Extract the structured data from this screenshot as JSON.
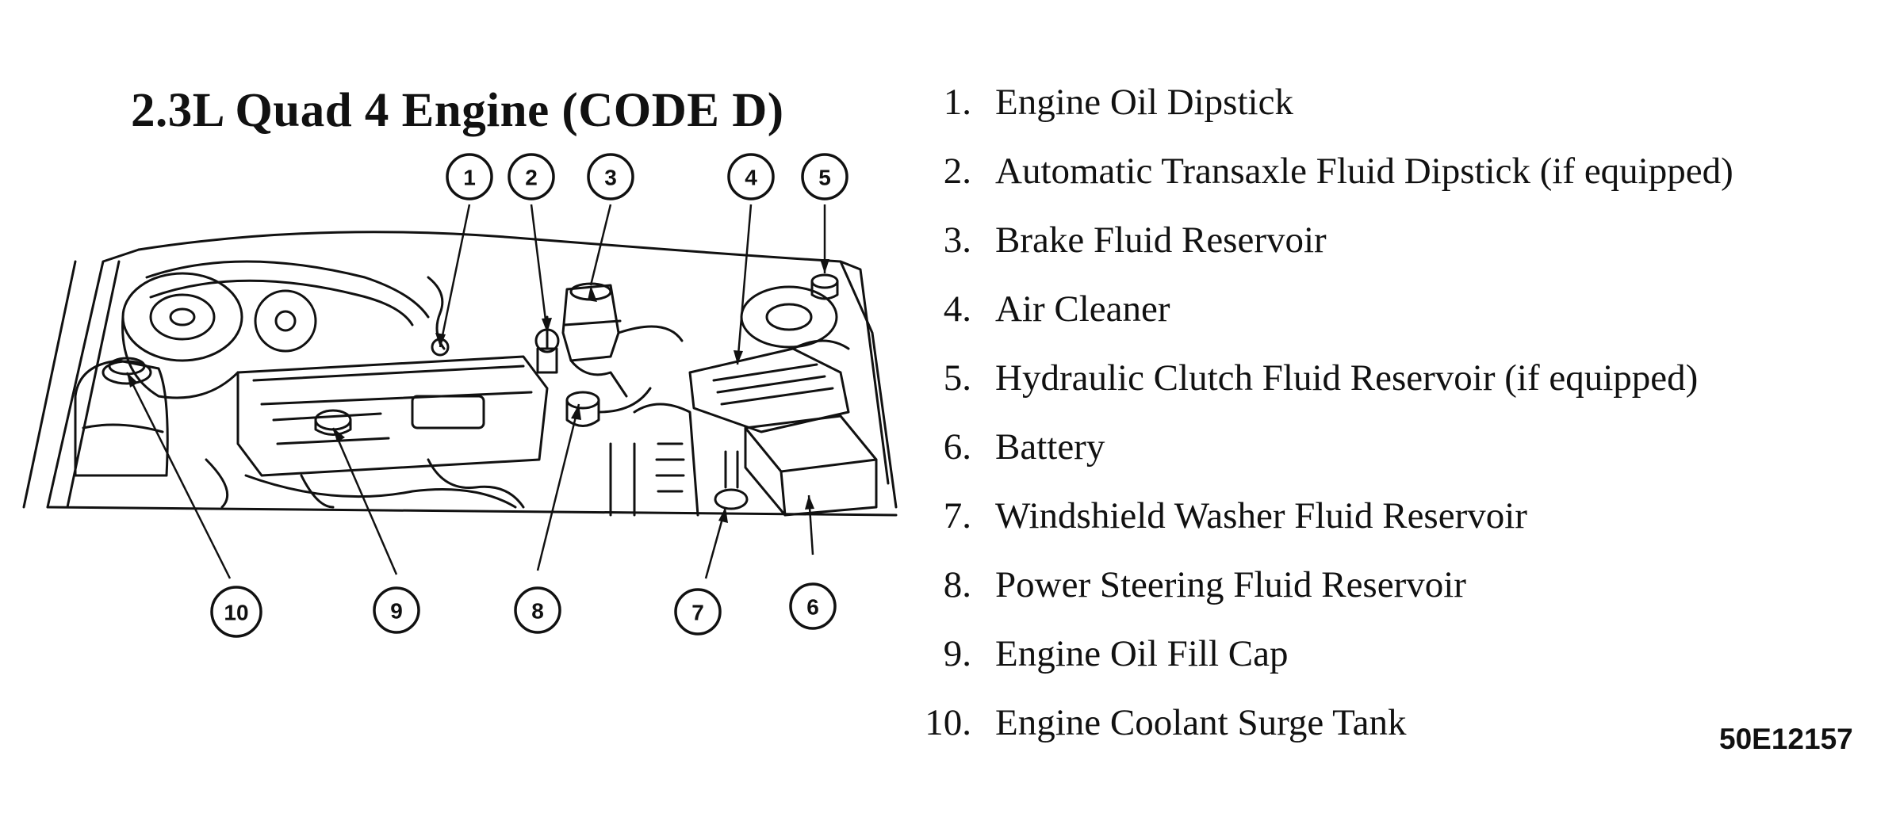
{
  "title": "2.3L Quad 4 Engine (CODE D)",
  "figure_code": "50E12157",
  "legend": [
    {
      "num": "1.",
      "label": "Engine Oil Dipstick"
    },
    {
      "num": "2.",
      "label": "Automatic Transaxle Fluid Dipstick (if equipped)"
    },
    {
      "num": "3.",
      "label": "Brake Fluid Reservoir"
    },
    {
      "num": "4.",
      "label": "Air Cleaner"
    },
    {
      "num": "5.",
      "label": "Hydraulic Clutch Fluid Reservoir (if equipped)"
    },
    {
      "num": "6.",
      "label": "Battery"
    },
    {
      "num": "7.",
      "label": "Windshield Washer Fluid Reservoir"
    },
    {
      "num": "8.",
      "label": "Power Steering Fluid Reservoir"
    },
    {
      "num": "9.",
      "label": "Engine Oil Fill Cap"
    },
    {
      "num": "10.",
      "label": "Engine Coolant Surge Tank"
    }
  ],
  "callouts": [
    "1",
    "2",
    "3",
    "4",
    "5",
    "6",
    "7",
    "8",
    "9",
    "10"
  ]
}
